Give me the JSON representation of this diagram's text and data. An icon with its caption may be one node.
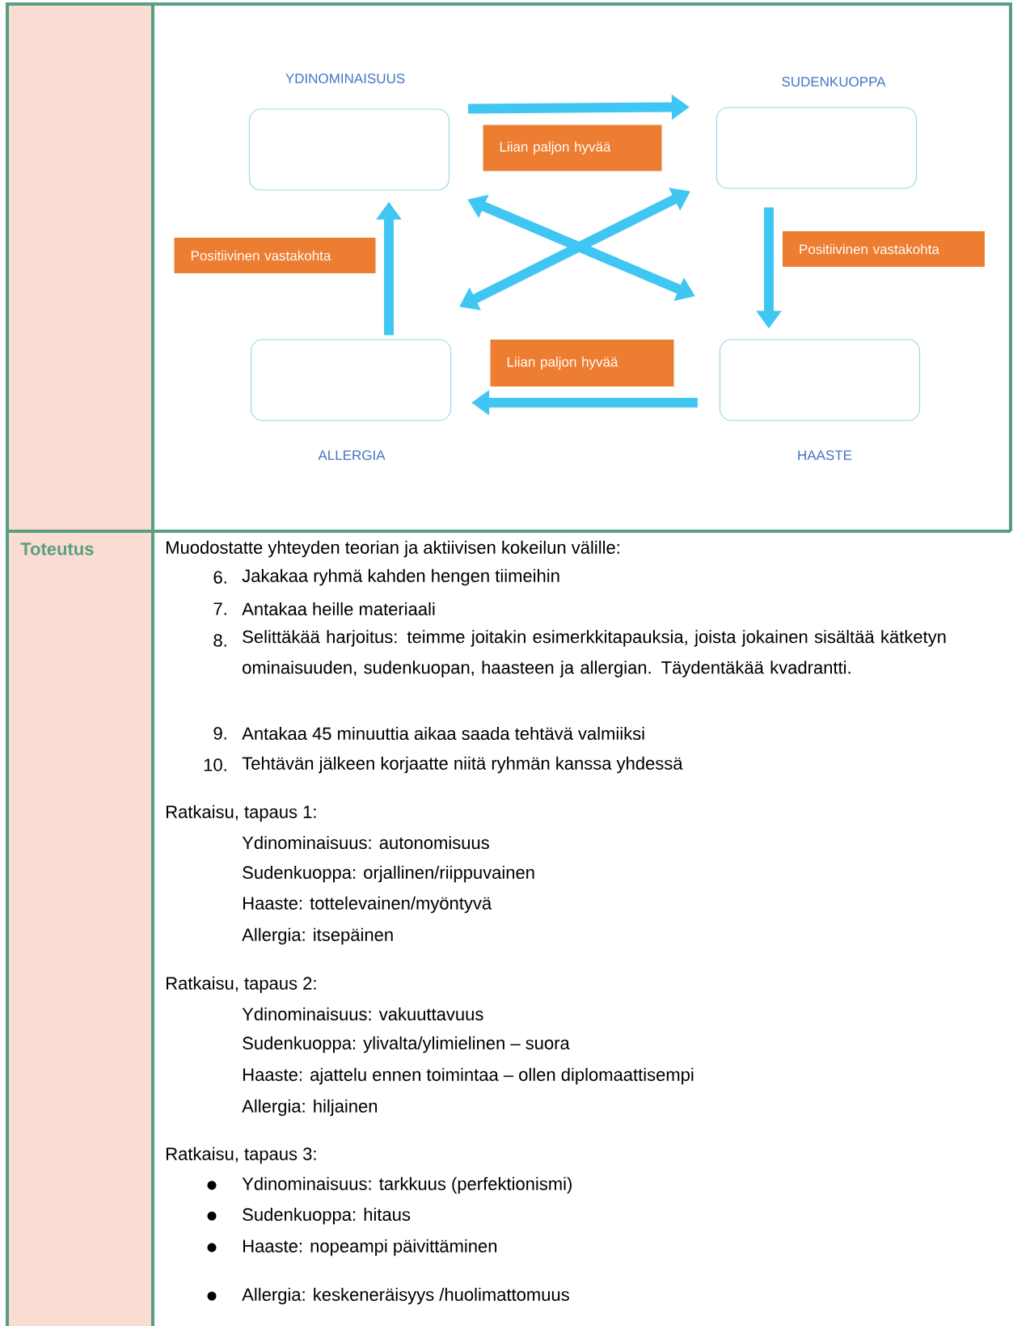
{
  "diagram": {
    "nodes": [
      {
        "text": [
          "YDINOMINAISUUS"
        ]
      },
      {
        "text": [
          "SUDENKUOPPA"
        ]
      },
      {
        "text": [
          "HAASTE"
        ]
      },
      {
        "text": [
          "ALLERGIA"
        ]
      }
    ],
    "edges": [
      {
        "from": 0,
        "to": 1,
        "arrow": "to",
        "label": "Liian paljon hyvää"
      },
      {
        "from": 1,
        "to": 2,
        "arrow": "to",
        "label": "Positiivinen vastakohta"
      },
      {
        "from": 2,
        "to": 3,
        "arrow": "to",
        "label": "Liian paljon hyvää"
      },
      {
        "from": 3,
        "to": 0,
        "arrow": "to",
        "label": "Positiivinen vastakohta"
      },
      {
        "from": 0,
        "to": 2,
        "arrow": "both"
      },
      {
        "from": 1,
        "to": 3,
        "arrow": "both"
      }
    ],
    "labels": [
      "Toteutus",
      "Muodostatte yhteyden teorian ja aktiivisen kokeilun välille:",
      "6.",
      "Jakakaa ryhmä kahden hengen tiimeihin",
      "7.",
      "Antakaa heille materiaali",
      "8.",
      "Selittäkää harjoitus: teimme joitakin esimerkkitapauksia, joista jokainen sisältää kätketyn ominaisuuden, sudenkuopan, haasteen ja allergian. Täydentäkää kvadrantti.",
      "9.",
      "Antakaa 45 minuuttia aikaa saada tehtävä valmiiksi",
      "10.",
      "Tehtävän jälkeen korjaatte niitä ryhmän kanssa yhdessä",
      "Ratkaisu, tapaus 1:",
      "Ydinominaisuus: autonomisuus",
      "Sudenkuoppa: orjallinen/riippuvainen",
      "Haaste: tottelevainen/myöntyvä",
      "Allergia: itsepäinen",
      "Ratkaisu, tapaus 2:",
      "Ydinominaisuus: vakuuttavuus",
      "Sudenkuoppa: ylivalta/ylimielinen – suora",
      "Haaste: ajattelu ennen toimintaa – ollen diplomaattisempi",
      "Allergia: hiljainen",
      "Ratkaisu, tapaus 3:",
      "Ydinominaisuus: tarkkuus (perfektionismi)",
      "Sudenkuoppa: hitaus",
      "Haaste: nopeampi päivittäminen",
      "Allergia: keskeneräisyys /huolimattomuus"
    ]
  }
}
